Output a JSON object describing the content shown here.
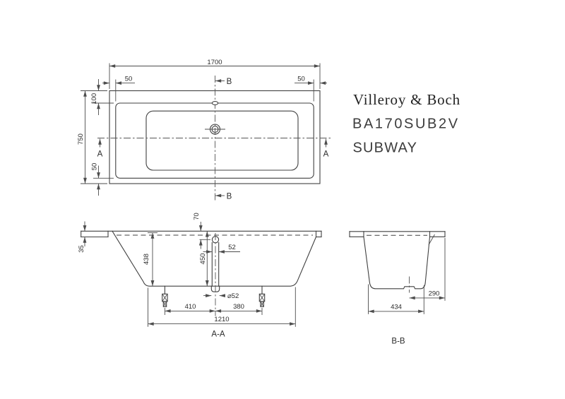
{
  "brand": {
    "logo": "Villeroy & Boch",
    "model": "BA170SUB2V",
    "series": "SUBWAY"
  },
  "plan": {
    "dim_length": "1700",
    "dim_width": "750",
    "dim_edge_left": "50",
    "dim_edge_right": "50",
    "dim_head": "100",
    "dim_foot": "50",
    "marker_b_top": "B",
    "marker_b_bottom": "B",
    "marker_a_left": "A",
    "marker_a_right": "A"
  },
  "section_aa": {
    "title": "A-A",
    "dim_rim_height": "35",
    "dim_overflow_depth": "70",
    "dim_inner_depth": "438",
    "dim_center_depth": "450",
    "dim_waste_width": "52",
    "dim_waste_diameter": "⌀52",
    "dim_drain_to_left_foot": "410",
    "dim_drain_to_right_foot": "380",
    "dim_base_length": "1210"
  },
  "section_bb": {
    "title": "B-B",
    "dim_center_to_edge": "290",
    "dim_base_width": "434"
  }
}
